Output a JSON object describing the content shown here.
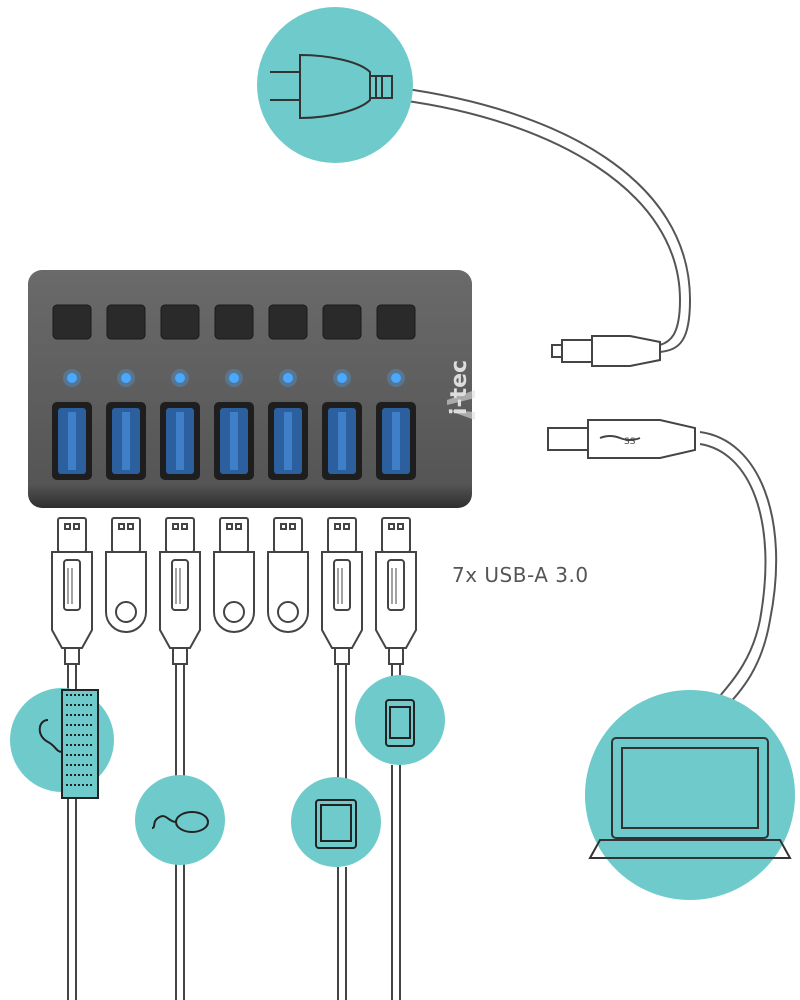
{
  "ports_label": "7x USB-A 3.0",
  "brand_logo": "i-tec",
  "port_count": 7,
  "colors": {
    "accent_teal": "#6fcbcb",
    "hub_body": "#5b5b5b",
    "led_blue": "#4aa8ff",
    "port_blue": "#2b5f9e",
    "line": "#444444"
  },
  "icons": [
    "power-plug-icon",
    "laptop-icon",
    "keyboard-icon",
    "mouse-icon",
    "tablet-icon",
    "smartphone-icon",
    "usb-flash-drive-icon",
    "usb-a-plug-icon",
    "usb-b-plug-icon",
    "dc-barrel-plug-icon"
  ]
}
